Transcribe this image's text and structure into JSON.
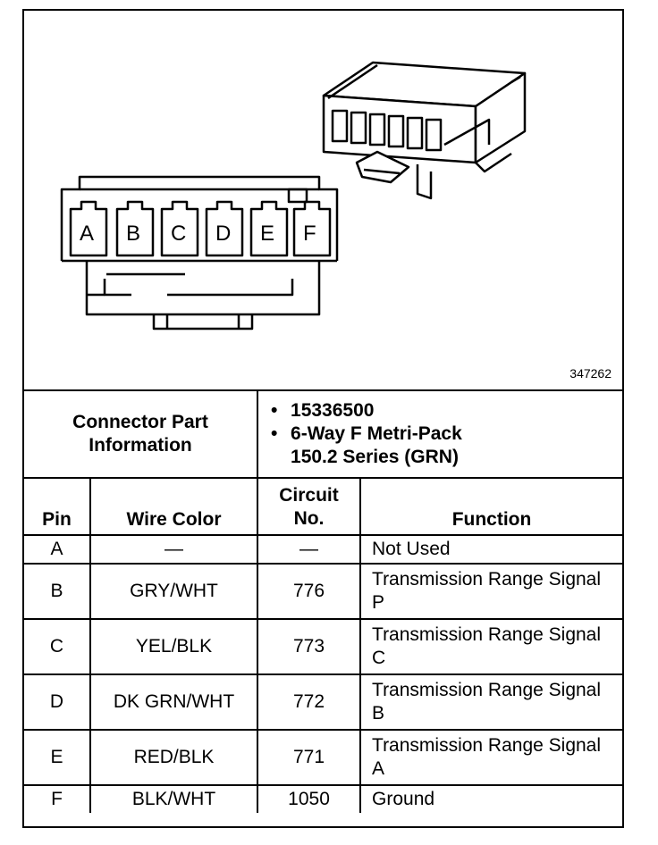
{
  "figure": {
    "id_label": "347262",
    "pin_letters": [
      "A",
      "B",
      "C",
      "D",
      "E",
      "F"
    ],
    "icon": "connector-drawing"
  },
  "connector_info": {
    "label": "Connector Part Information",
    "items": [
      "15336500",
      "6-Way F Metri-Pack 150.2 Series (GRN)"
    ]
  },
  "table": {
    "headers": {
      "pin": "Pin",
      "wire_color": "Wire Color",
      "circuit": "Circuit No.",
      "function": "Function"
    },
    "rows": [
      {
        "pin": "A",
        "wire_color": "—",
        "circuit": "—",
        "function": "Not Used"
      },
      {
        "pin": "B",
        "wire_color": "GRY/WHT",
        "circuit": "776",
        "function": "Transmission Range Signal P"
      },
      {
        "pin": "C",
        "wire_color": "YEL/BLK",
        "circuit": "773",
        "function": "Transmission Range Signal C"
      },
      {
        "pin": "D",
        "wire_color": "DK GRN/WHT",
        "circuit": "772",
        "function": "Transmission Range Signal B"
      },
      {
        "pin": "E",
        "wire_color": "RED/BLK",
        "circuit": "771",
        "function": "Transmission Range Signal A"
      },
      {
        "pin": "F",
        "wire_color": "BLK/WHT",
        "circuit": "1050",
        "function": "Ground"
      }
    ]
  }
}
